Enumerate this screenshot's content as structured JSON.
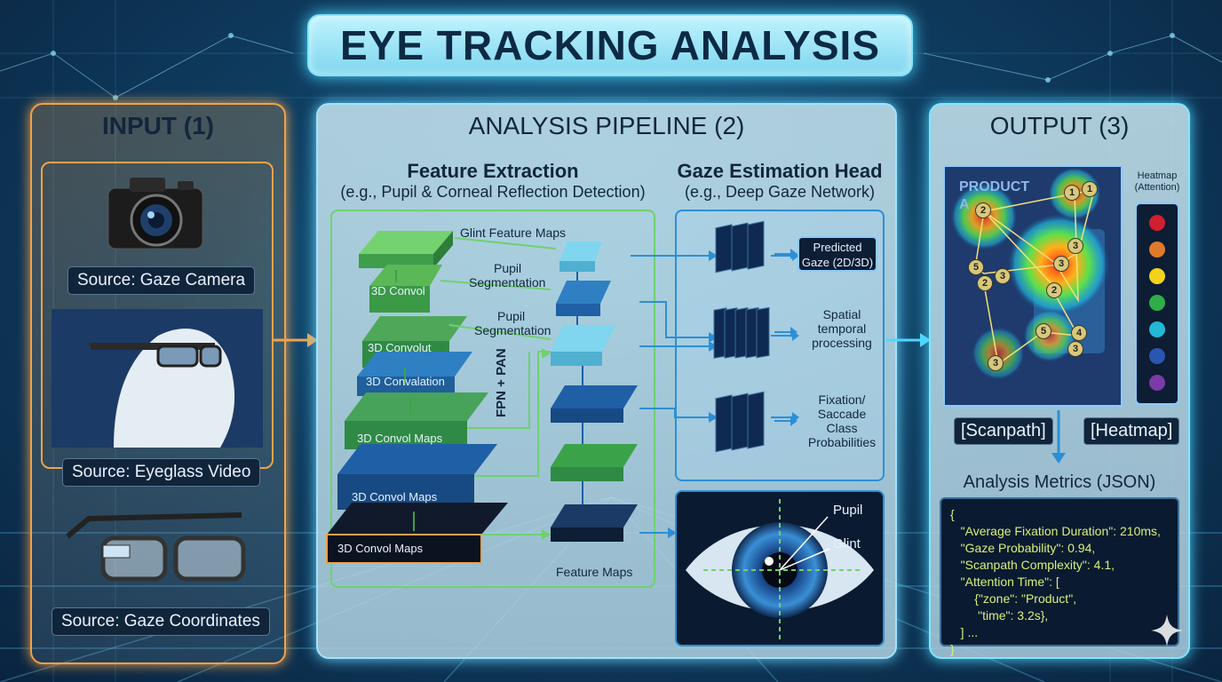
{
  "title": "EYE TRACKING ANALYSIS",
  "input": {
    "heading": "INPUT (1)",
    "sources": [
      "Source: Gaze Camera",
      "Source: Eyeglass Video",
      "Source: Gaze Coordinates"
    ]
  },
  "pipeline": {
    "heading": "ANALYSIS PIPELINE (2)",
    "feature_title": "Feature Extraction",
    "feature_sub": "(e.g., Pupil & Corneal Reflection Detection)",
    "gaze_title": "Gaze Estimation Head",
    "gaze_sub": "(e.g., Deep Gaze Network)",
    "layers": [
      "3D Convol",
      "3D Convolut",
      "3D Convalation",
      "3D Convol Maps",
      "3D Convol Maps",
      "3D Convol Maps"
    ],
    "annotations": {
      "glint": "Glint Feature Maps",
      "pupil_a_1": "Pupil",
      "pupil_a_2": "Segmentation",
      "pupil_b_1": "Pupil",
      "pupil_b_2": "Segmentation",
      "fpn": "FPN + PAN",
      "feature_maps": "Feature Maps"
    },
    "outputs": {
      "predicted_1": "Predicted",
      "predicted_2": "Gaze (2D/3D)",
      "spatial_1": "Spatial",
      "spatial_2": "temporal",
      "spatial_3": "processing",
      "fix_1": "Fixation/",
      "fix_2": "Saccade",
      "fix_3": "Class",
      "fix_4": "Probabilities"
    },
    "eye_labels": {
      "pupil": "Pupil",
      "glint": "Glint"
    }
  },
  "output": {
    "heading": "OUTPUT (3)",
    "heatmap_text_1": "PRODUCT",
    "heatmap_text_2": "A",
    "legend_title_1": "Heatmap",
    "legend_title_2": "(Attention)",
    "legend_colors": [
      "#d11f2e",
      "#e07a2a",
      "#f2d21a",
      "#2fae48",
      "#22b8d6",
      "#2a56b0",
      "#7a3aa8"
    ],
    "tag_scanpath": "[Scanpath]",
    "tag_heatmap": "[Heatmap]",
    "metrics_title": "Analysis Metrics (JSON)",
    "json_lines": [
      "{",
      "   \"Average Fixation Duration\": 210ms,",
      "   \"Gaze Probability\": 0.94,",
      "   \"Scanpath Complexity\": 4.1,",
      "   \"Attention Time\": [",
      "       {\"zone\": \"Product\",",
      "        \"time\": 3.2s},",
      "   ] ...",
      "}"
    ],
    "fixation_numbers": [
      "2",
      "1",
      "1",
      "3",
      "3",
      "2",
      "5",
      "3",
      "2",
      "5",
      "4",
      "3",
      "3"
    ]
  },
  "colors": {
    "accent": "#4fd6ff",
    "input_border": "#f0a24a",
    "feature_green": "#6fd16f",
    "gaze_blue": "#2c8fd6"
  }
}
